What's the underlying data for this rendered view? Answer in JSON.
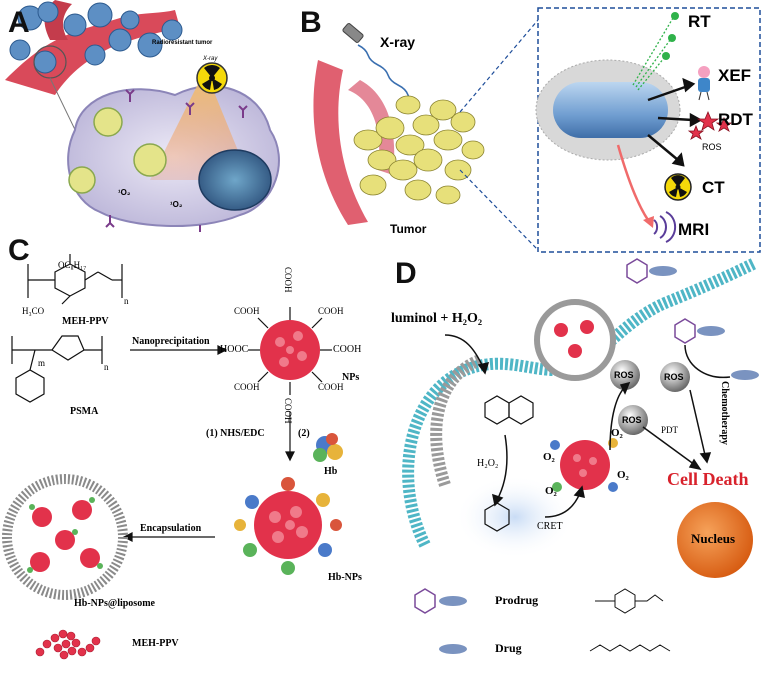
{
  "panels": {
    "a": {
      "label": "A",
      "tumor_label": "Radioresistant tumor",
      "xray_badge": "X-ray",
      "oxygen_left": "¹O₂",
      "oxygen_right": "¹O₂"
    },
    "b": {
      "label": "B",
      "xray": "X-ray",
      "tumor": "Tumor",
      "outputs": {
        "rt": "RT",
        "xef": "XEF",
        "rdt": "RDT",
        "ros": "ROS",
        "ct": "CT",
        "mri": "MRI"
      }
    },
    "c": {
      "label": "C",
      "polymer1": "MEH-PPV",
      "polymer1_side": "OC₈H₁₇",
      "polymer1_methoxy": "H₃CO",
      "polymer2": "PSMA",
      "step1": "Nanoprecipitation",
      "np_label": "NPs",
      "cooh": "COOH",
      "hooc": "HOOC",
      "step2a": "(1) NHS/EDC",
      "step2b": "(2)",
      "hb": "Hb",
      "hb_nps": "Hb-NPs",
      "step3": "Encapsulation",
      "liposome": "Hb-NPs@liposome",
      "legend_chain": "MEH-PPV",
      "n_sub": "n",
      "m_sub": "m"
    },
    "d": {
      "label": "D",
      "reagent": "luminol + H₂O₂",
      "h2o2": "H₂O₂",
      "cret": "CRET",
      "pdt": "PDT",
      "chemo": "Chemotherapy",
      "cell_death": "Cell Death",
      "nucleus": "Nucleus",
      "ros": "ROS",
      "o2": "O₂",
      "legend_prodrug": "Prodrug",
      "legend_drug": "Drug"
    }
  },
  "colors": {
    "vessel": "#d94a5a",
    "cell_membrane": "#4fb6c6",
    "tumor_cell": "#e7e07a",
    "np_red": "#e2324b",
    "capsule": "#7aa7d6",
    "cell_death": "#d8222c",
    "nucleus": "#e8741c",
    "dashed_box": "#1f4e9a"
  }
}
